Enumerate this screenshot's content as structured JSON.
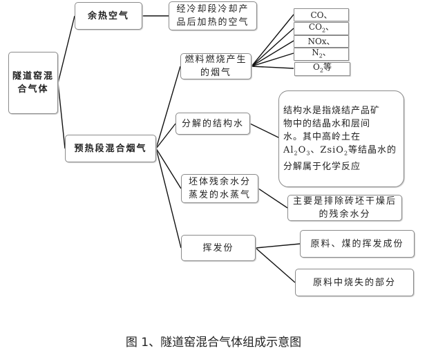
{
  "root": {
    "label_lines": [
      "隧道窑混",
      "合气体"
    ]
  },
  "branch1": {
    "label": "余热空气",
    "detail_lines": [
      "经冷却段冷却产",
      "品后加热的空气"
    ]
  },
  "branch2": {
    "label": "预热段混合烟气"
  },
  "flue": {
    "label_lines": [
      "燃料燃烧产生",
      "的烟气"
    ],
    "items": [
      {
        "text": "CO",
        "sub": "",
        "suffix": "、"
      },
      {
        "text": "CO",
        "sub": "2",
        "suffix": "、"
      },
      {
        "text": "NOx",
        "sub": "",
        "suffix": "、"
      },
      {
        "text": "N",
        "sub": "2",
        "suffix": "、"
      },
      {
        "text": "O",
        "sub": "2",
        "suffix": "等"
      }
    ]
  },
  "structural_water": {
    "label": "分解的结构水",
    "detail": {
      "line1": "结构水是指烧结产品矿",
      "line2": "物中的结晶水和层间",
      "line3": "水。其中高岭土在",
      "line4": {
        "a": "Al",
        "a_sub": "2",
        "b": "O",
        "b_sub": "3",
        "c": "、ZsiO",
        "c_sub": "2",
        "d": "等结晶水的"
      },
      "line5": "分解属于化学反应"
    }
  },
  "residual_water": {
    "label_lines": [
      "坯体残余水分",
      "蒸发的水蒸气"
    ],
    "detail_lines": [
      "主要是排除砖坯干燥后",
      "的残余水分"
    ]
  },
  "volatile": {
    "label": "挥发份",
    "details": [
      "原料、煤的挥发成份",
      "原料中烧失的部分"
    ]
  },
  "caption": "图 1、隧道窑混合气体组成示意图"
}
